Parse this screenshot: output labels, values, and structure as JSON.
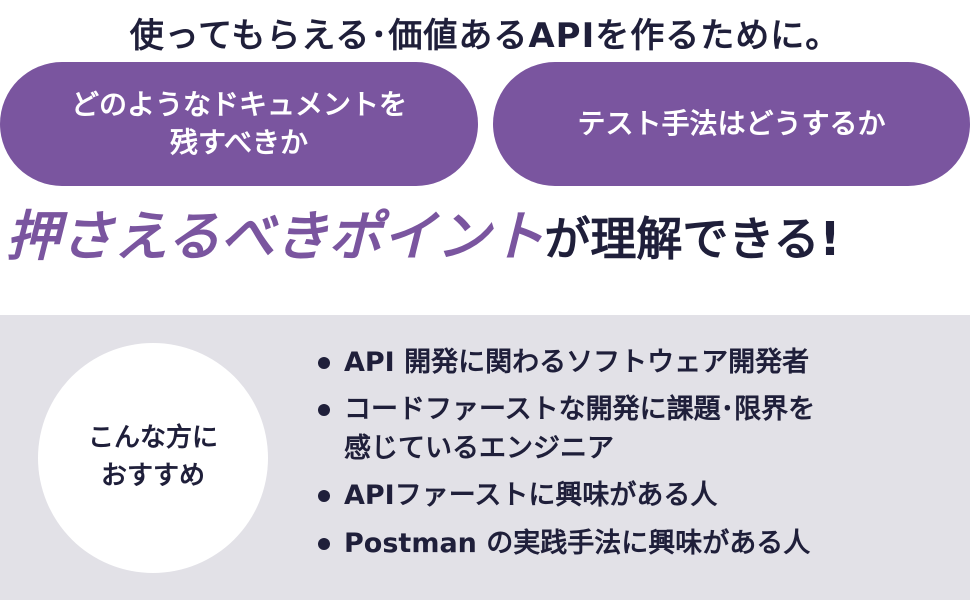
{
  "headline": "使ってもらえる･価値あるAPIを作るために。",
  "pills": [
    {
      "lines": [
        "どのようなドキュメントを",
        "残すべきか"
      ]
    },
    {
      "lines": [
        "テスト手法はどうするか"
      ]
    }
  ],
  "tagline": {
    "highlight": "押さえるべきポイント",
    "rest": "が理解できる!"
  },
  "recommend": {
    "circle_lines": [
      "こんな方に",
      "おすすめ"
    ],
    "items": [
      {
        "lines": [
          "API 開発に関わるソフトウェア開発者"
        ]
      },
      {
        "lines": [
          "コードファーストな開発に課題･限界を",
          "感じているエンジニア"
        ]
      },
      {
        "lines": [
          "APIファーストに興味がある人"
        ]
      },
      {
        "lines": [
          "Postman の実践手法に興味がある人"
        ]
      }
    ]
  },
  "colors": {
    "accent": "#7a559f",
    "text": "#1f1f3a",
    "panel": "#e2e1e7"
  }
}
